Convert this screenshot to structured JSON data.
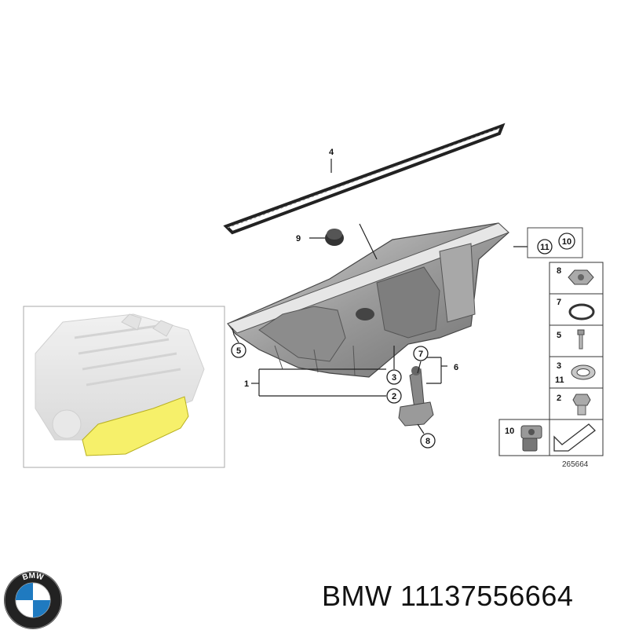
{
  "diagram": {
    "callouts": {
      "c1": "1",
      "c2": "2",
      "c3": "3",
      "c4": "4",
      "c5": "5",
      "c6": "6",
      "c7": "7",
      "c8": "8",
      "c9": "9",
      "c10": "10",
      "c11": "11"
    },
    "legend": [
      {
        "label": "8",
        "icon": "flange-nut-icon"
      },
      {
        "label": "7",
        "icon": "seal-ring-icon"
      },
      {
        "label": "5",
        "icon": "bolt-icon"
      },
      {
        "label": "3",
        "label2": "11",
        "icon": "washer-icon"
      },
      {
        "label": "2",
        "icon": "drain-plug-icon"
      },
      {
        "label": "10",
        "icon": "plug-icon"
      }
    ],
    "diagram_number": "265664"
  },
  "logo": {
    "letters": "BMW"
  },
  "footer": {
    "text": "BMW 11137556664"
  }
}
